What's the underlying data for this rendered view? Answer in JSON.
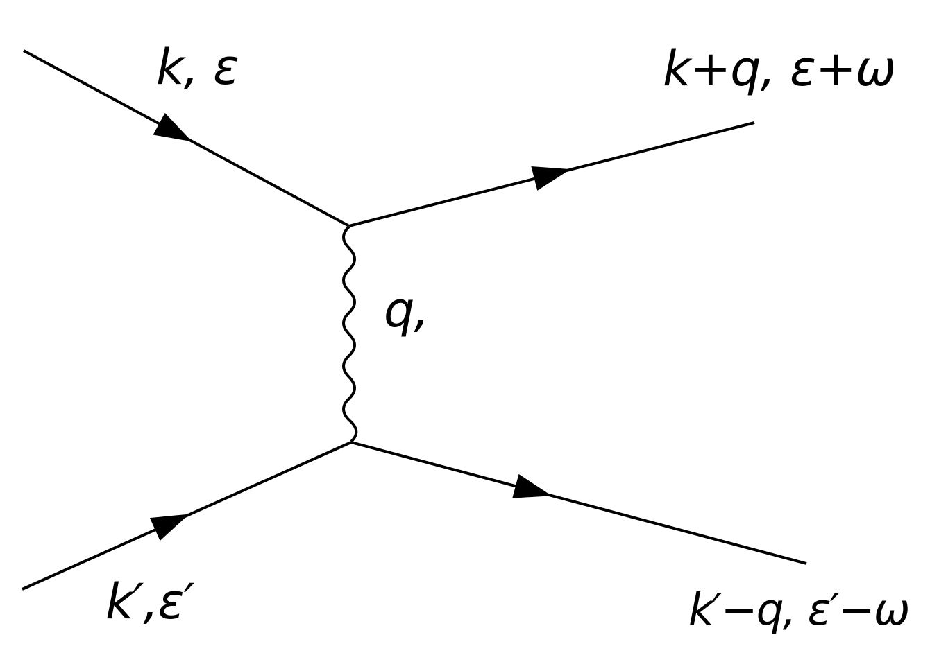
{
  "figure": {
    "type": "feynman-diagram",
    "colors": {
      "background": "#ffffff",
      "ink": "#000000"
    },
    "labels": {
      "incoming_top": "k, ε",
      "outgoing_top": "k+q, ε+ω",
      "exchange": "q,",
      "incoming_bottom": "k′,ε′",
      "outgoing_bottom": "k′−q, ε′−ω"
    }
  }
}
